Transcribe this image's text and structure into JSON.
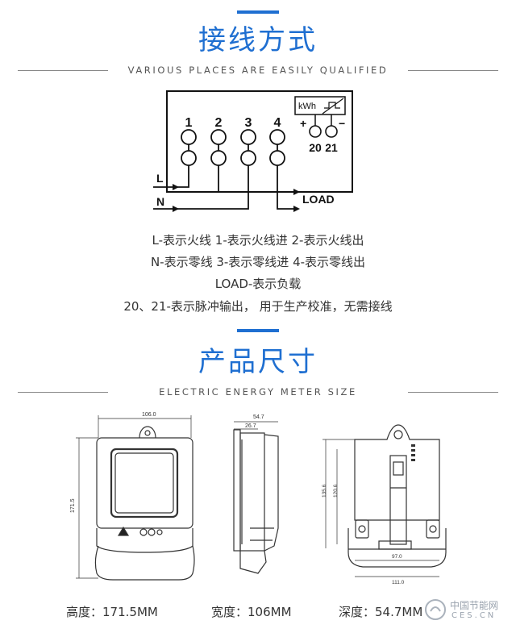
{
  "section1": {
    "title": "接线方式",
    "subtitle": "VARIOUS PLACES ARE EASILY QUALIFIED"
  },
  "wiring": {
    "terminals": [
      "1",
      "2",
      "3",
      "4"
    ],
    "pulse_terminals": [
      "20",
      "21"
    ],
    "plus": "+",
    "minus": "−",
    "kwh": "kWh",
    "L": "L",
    "N": "N",
    "load": "LOAD"
  },
  "descriptions": [
    "L-表示火线  1-表示火线进     2-表示火线出",
    "N-表示零线  3-表示零线进     4-表示零线出",
    "LOAD-表示负载",
    "20、21-表示脉冲输出，  用于生产校准，无需接线"
  ],
  "section2": {
    "title": "产品尺寸",
    "subtitle": "ELECTRIC ENERGY METER SIZE"
  },
  "drawing_labels": {
    "front_width": "106.0",
    "front_height": "171.5",
    "side_depth": "54.7",
    "side_inner": "26.7",
    "back_h1": "135.6",
    "back_h2": "120.6",
    "back_bottom": "97.0",
    "back_width": "111.0"
  },
  "dimensions": {
    "height": "高度：171.5MM",
    "width": "宽度：106MM",
    "depth": "深度：54.7MM"
  },
  "watermark": {
    "line1": "中国节能网",
    "line2": "CES.CN"
  }
}
